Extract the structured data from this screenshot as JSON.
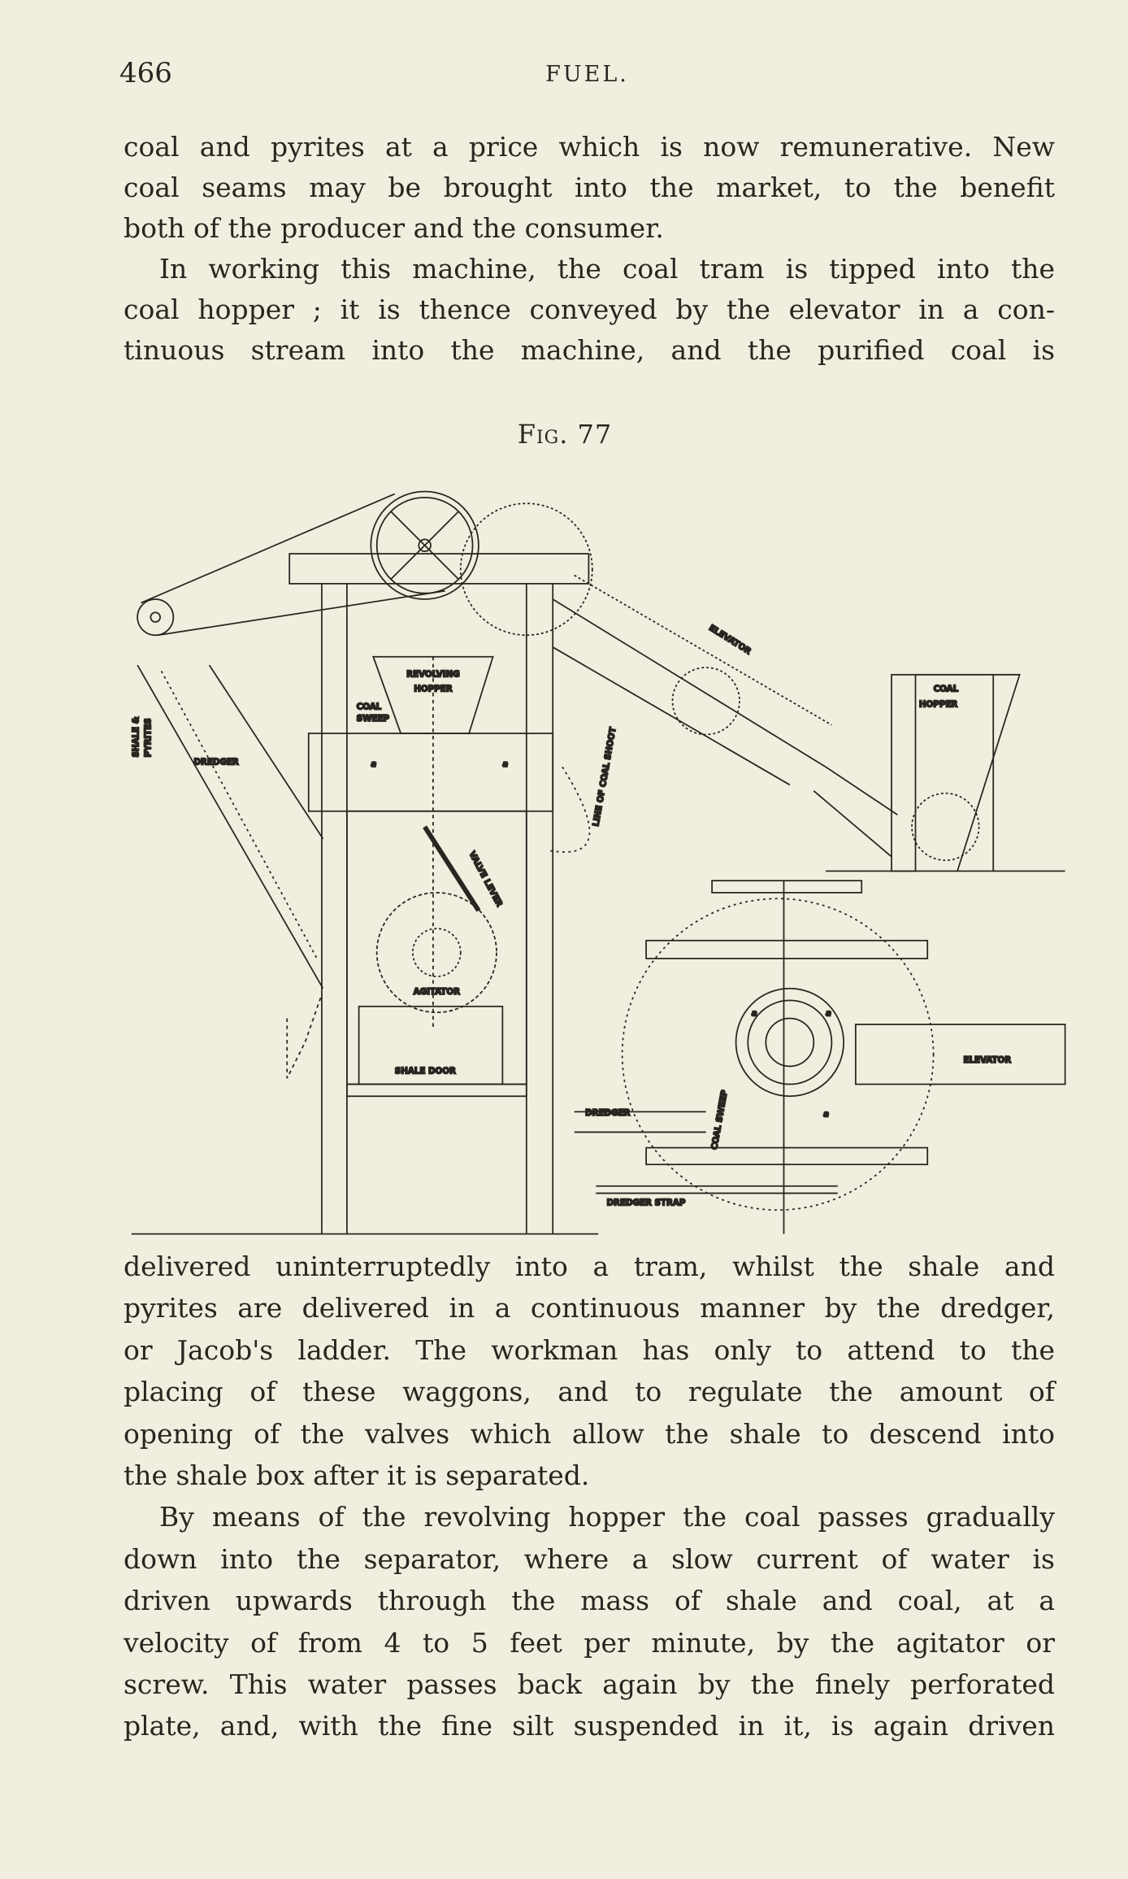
{
  "header": {
    "page_number": "466",
    "running_head": "FUEL."
  },
  "top_text": {
    "lines": [
      "coal and pyrites at a price which is now remunerative.  New",
      "coal seams may be brought into the market, to the benefit",
      "both of the producer and the consumer.",
      "In working this machine, the coal tram is tipped into the",
      "coal hopper ; it is thence conveyed by the elevator in a con-",
      "tinuous stream into the machine, and the purified coal is"
    ]
  },
  "figure": {
    "caption": "Fig. 77",
    "labels": {
      "revolving_hopper_1": "REVOLVING",
      "revolving_hopper_2": "HOPPER",
      "coal": "COAL",
      "sweep": "SWEEP",
      "shale_pyrites_1": "SHALE &",
      "shale_pyrites_2": "PYRITES",
      "dredger": "DREDGER",
      "elevator": "ELEVATOR",
      "line_of_coal_shoot": "LINE OF COAL SHOOT",
      "valve_lever": "VALVE LEVER",
      "agitator": "AGITATOR",
      "shale_door": "SHALE DOOR",
      "coal_hopper_1": "COAL",
      "coal_hopper_2": "HOPPER",
      "elevator_2": "ELEVATOR",
      "dredger_2": "DREDGER",
      "coal_sweep_2": "COAL SWEEP",
      "dredger_strap": "DREDGER STRAP",
      "a": "a"
    }
  },
  "bottom_text": {
    "lines": [
      "delivered uninterruptedly into a tram, whilst the shale and",
      "pyrites are delivered in a continuous manner by the dredger,",
      "or Jacob's ladder.  The workman has only to attend to the",
      "placing of these waggons, and to regulate the amount of",
      "opening of the valves which allow the shale to descend into",
      "the shale box after it is separated.",
      "By means of the revolving hopper the coal passes gradually",
      "down into the separator, where a slow current of water is",
      "driven upwards through the mass of shale and coal, at a",
      "velocity of from 4 to 5 feet per minute, by the agitator or",
      "screw.  This water passes back again by the finely perforated",
      "plate, and, with the fine silt suspended in it, is again driven"
    ]
  }
}
